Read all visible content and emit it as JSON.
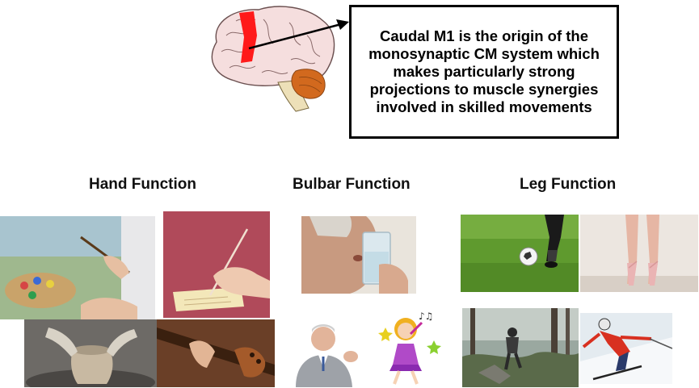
{
  "callout": {
    "text": "Caudal M1 is the origin of the monosynaptic CM system which makes particularly strong projections to muscle synergies involved in skilled movements"
  },
  "headings": {
    "hand": "Hand Function",
    "bulbar": "Bulbar Function",
    "leg": "Leg Function"
  },
  "colors": {
    "m1_region": "#ff1a1a",
    "cerebellum": "#d2691e",
    "brain_fill": "#f5dede",
    "photo_red_bg": "#b04a5a",
    "grass": "#5f9a2e"
  },
  "photos": [
    {
      "name": "painting-photo"
    },
    {
      "name": "writing-photo"
    },
    {
      "name": "pottery-photo"
    },
    {
      "name": "violin-photo"
    },
    {
      "name": "drinking-photo"
    },
    {
      "name": "coughing-man-photo"
    },
    {
      "name": "singing-girl-illustration"
    },
    {
      "name": "soccer-photo"
    },
    {
      "name": "ballet-photo"
    },
    {
      "name": "hiking-photo"
    },
    {
      "name": "skiing-photo"
    }
  ]
}
